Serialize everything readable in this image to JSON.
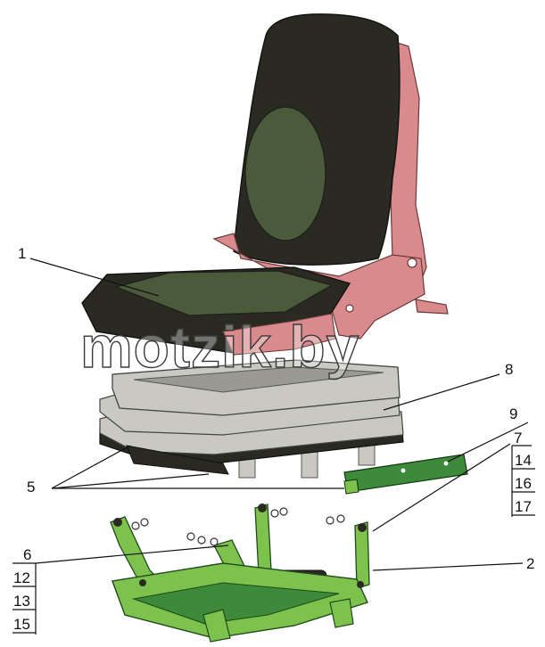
{
  "watermark": "motzik.by",
  "callouts": {
    "c1": "1",
    "c2": "2",
    "c5": "5",
    "c6": "6",
    "c7": "7",
    "c8": "8",
    "c9": "9",
    "c12": "12",
    "c13": "13",
    "c14": "14",
    "c15": "15",
    "c16": "16",
    "c17": "17"
  },
  "colors": {
    "upholstery": "#2a2a22",
    "panel": "#4c5a3c",
    "shell": "#d98a8c",
    "bellows": "#c9c9c2",
    "bracket": "#3c8a3a",
    "base": "#7ec24e"
  }
}
